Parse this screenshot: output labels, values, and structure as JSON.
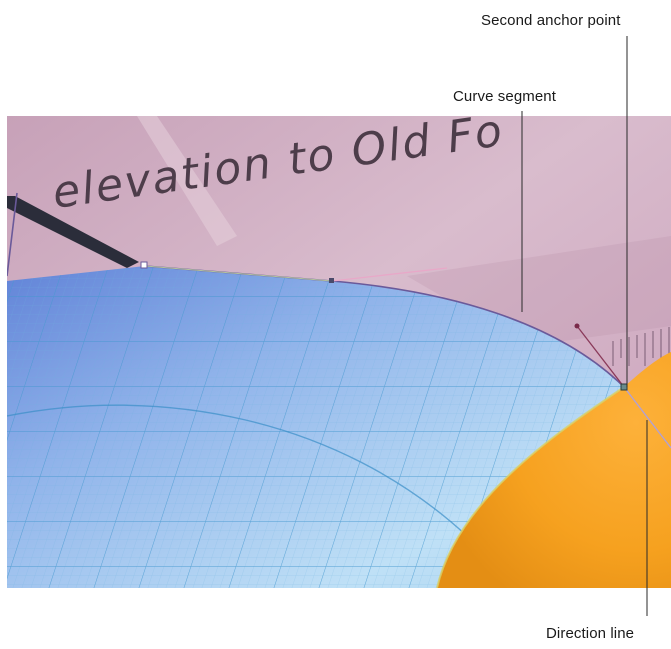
{
  "callouts": {
    "second_anchor_point": "Second anchor point",
    "curve_segment": "Curve segment",
    "direction_line": "Direction line"
  },
  "photo": {
    "background_text": "elevation to Old Fo",
    "colors": {
      "wall": "#d8b4c8",
      "paper": "#a9c8ee",
      "grid": "#5aa6d6",
      "orange": "#f4a020",
      "path": "#6a5a9a",
      "leader": "#2a2a2a"
    }
  }
}
